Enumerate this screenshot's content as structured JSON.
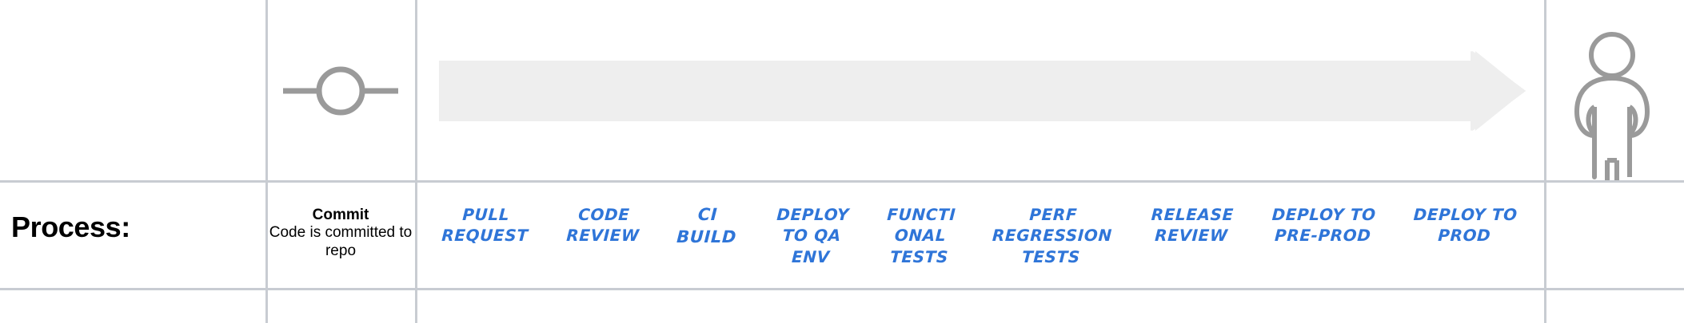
{
  "diagram": {
    "row_label": "Process:",
    "commit": {
      "title": "Commit",
      "description": "Code is\ncommitted\nto repo",
      "icon": "git-commit-icon"
    },
    "flow_arrow": {
      "icon": "right-arrow-shape",
      "color": "#eeeeee",
      "direction": "left-to-right"
    },
    "end_actor": {
      "icon": "person-icon",
      "color": "#9a9a9a"
    },
    "stages": [
      {
        "label": "Pull\nrequest"
      },
      {
        "label": "Code\nreview"
      },
      {
        "label": "CI\nbuild"
      },
      {
        "label": "Deploy\nto QA\nenv"
      },
      {
        "label": "Functi\nonal\ntests"
      },
      {
        "label": "Perf\nregression\ntests"
      },
      {
        "label": "Release\nreview"
      },
      {
        "label": "Deploy to\npre-prod"
      },
      {
        "label": "Deploy to\nprod"
      }
    ],
    "colors": {
      "stage_text": "#2f75d8",
      "grid_line": "#c8ccd2",
      "icon_grey": "#9a9a9a",
      "arrow_fill": "#eeeeee",
      "heading_text": "#000000"
    }
  }
}
